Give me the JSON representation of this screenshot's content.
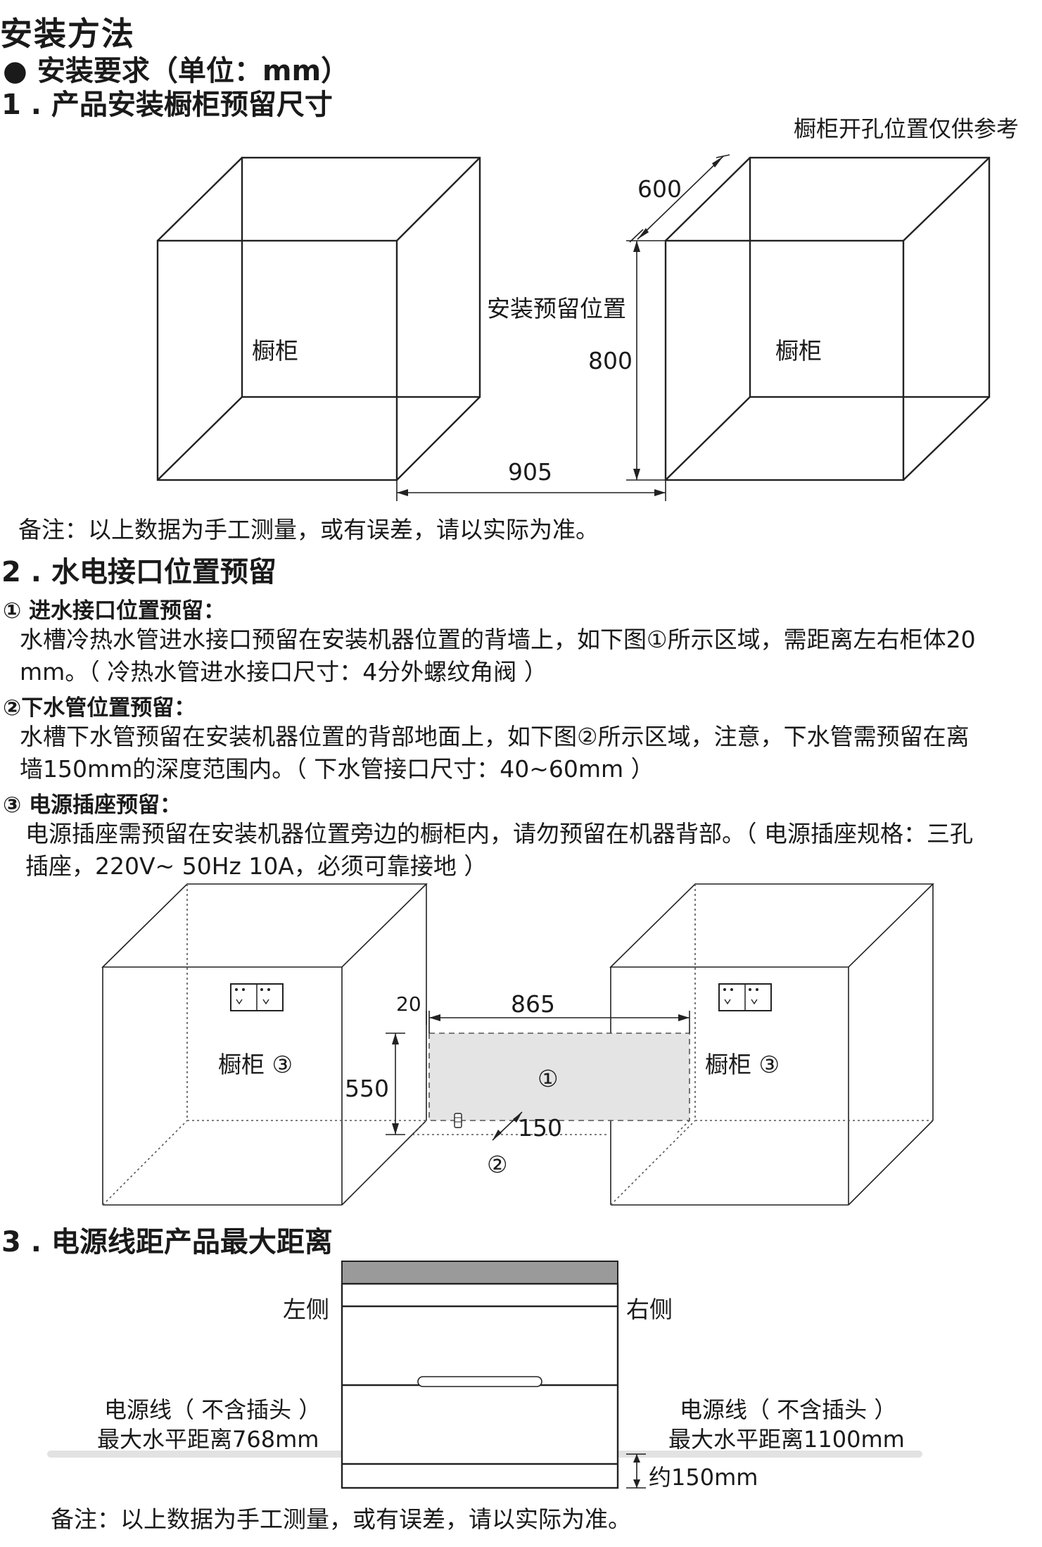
{
  "title": "安装方法",
  "requirements_heading": "● 安装要求（单位：mm）",
  "section1": {
    "heading": "1 . 产品安装橱柜预留尺寸",
    "reference_note": "橱柜开孔位置仅供参考",
    "cabinet_left_label": "橱柜",
    "cabinet_right_label": "橱柜",
    "install_position_label": "安装预留位置",
    "depth": "600",
    "height": "800",
    "width": "905",
    "note": "备注：以上数据为手工测量，或有误差，请以实际为准。"
  },
  "section2": {
    "heading": "2 . 水电接口位置预留",
    "item1_heading": "① 进水接口位置预留：",
    "item1_line1": "水槽冷热水管进水接口预留在安装机器位置的背墙上，如下图①所示区域，需距离左右柜体20",
    "item1_line2": "mm。（ 冷热水管进水接口尺寸：4分外螺纹角阀 ）",
    "item2_heading": "②下水管位置预留：",
    "item2_line1": "水槽下水管预留在安装机器位置的背部地面上，如下图②所示区域，注意，下水管需预留在离",
    "item2_line2": "墙150mm的深度范围内。（ 下水管接口尺寸：40~60mm ）",
    "item3_heading": "③ 电源插座预留：",
    "item3_line1": "电源插座需预留在安装机器位置旁边的橱柜内，请勿预留在机器背部。（ 电源插座规格：三孔",
    "item3_line2": "插座，220V~ 50Hz 10A，必须可靠接地    ）",
    "cabinet_left_label": "橱柜 ③",
    "cabinet_right_label": "橱柜 ③",
    "gap": "20",
    "zone_width": "865",
    "zone_height": "550",
    "drain_depth": "150",
    "zone1_marker": "①",
    "zone2_marker": "②"
  },
  "section3": {
    "heading": "3 . 电源线距产品最大距离",
    "left_side": "左侧",
    "right_side": "右侧",
    "cord_left_line1": "电源线（ 不含插头 ）",
    "cord_left_line2": "最大水平距离768mm",
    "cord_right_line1": "电源线（ 不含插头 ）",
    "cord_right_line2": "最大水平距离1100mm",
    "bottom_offset": "约150mm",
    "note": "备注：以上数据为手工测量，或有误差，请以实际为准。"
  }
}
